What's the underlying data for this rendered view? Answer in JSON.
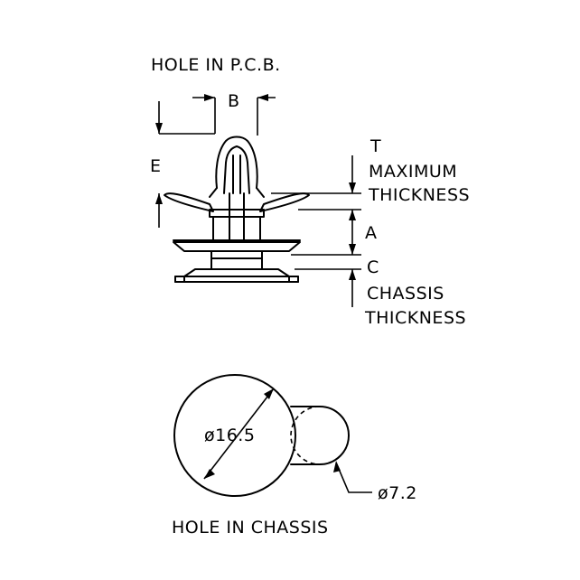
{
  "labels": {
    "hole_pcb": "HOLE IN P.C.B.",
    "b": "B",
    "e": "E",
    "t": "T",
    "maximum": "MAXIMUM",
    "thickness_1": "THICKNESS",
    "a": "A",
    "c": "C",
    "chassis": "CHASSIS",
    "thickness_2": "THICKNESS",
    "big_diameter": "ø16.5",
    "small_diameter": "ø7.2",
    "hole_chassis": "HOLE IN CHASSIS"
  }
}
